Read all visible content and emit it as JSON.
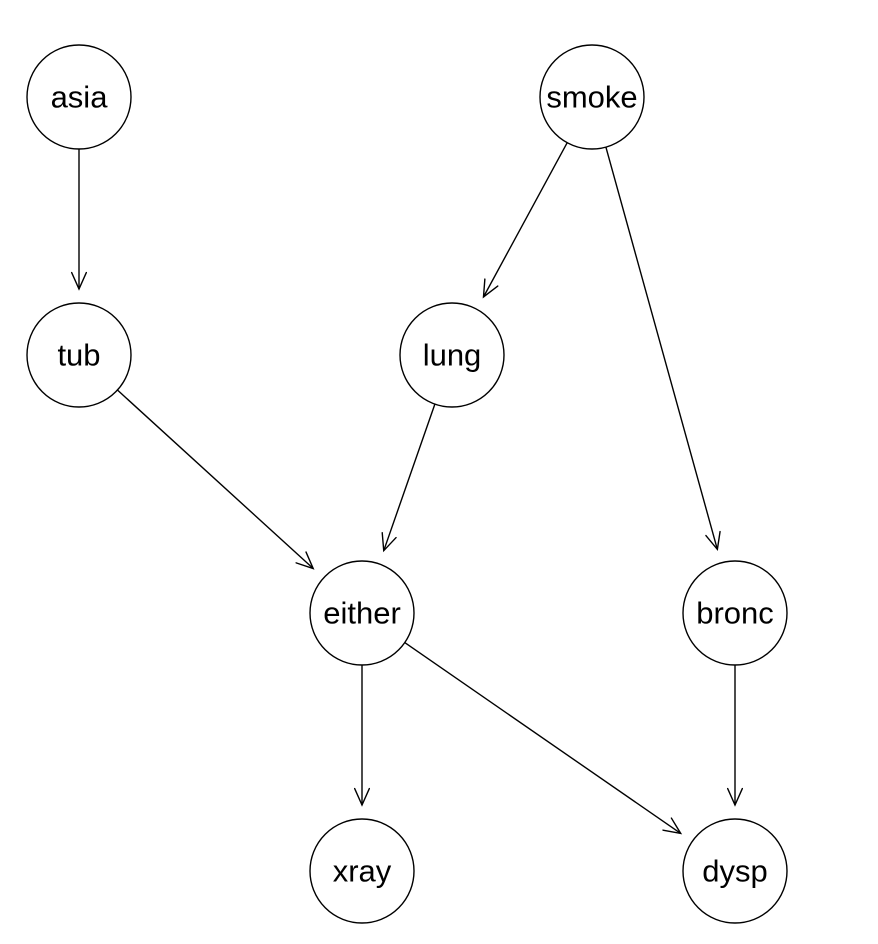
{
  "diagram": {
    "type": "directed-graph",
    "nodes": [
      {
        "id": "asia",
        "label": "asia"
      },
      {
        "id": "smoke",
        "label": "smoke"
      },
      {
        "id": "tub",
        "label": "tub"
      },
      {
        "id": "lung",
        "label": "lung"
      },
      {
        "id": "either",
        "label": "either"
      },
      {
        "id": "bronc",
        "label": "bronc"
      },
      {
        "id": "xray",
        "label": "xray"
      },
      {
        "id": "dysp",
        "label": "dysp"
      }
    ],
    "edges": [
      {
        "from": "asia",
        "to": "tub"
      },
      {
        "from": "smoke",
        "to": "lung"
      },
      {
        "from": "smoke",
        "to": "bronc"
      },
      {
        "from": "tub",
        "to": "either"
      },
      {
        "from": "lung",
        "to": "either"
      },
      {
        "from": "either",
        "to": "xray"
      },
      {
        "from": "either",
        "to": "dysp"
      },
      {
        "from": "bronc",
        "to": "dysp"
      }
    ]
  }
}
